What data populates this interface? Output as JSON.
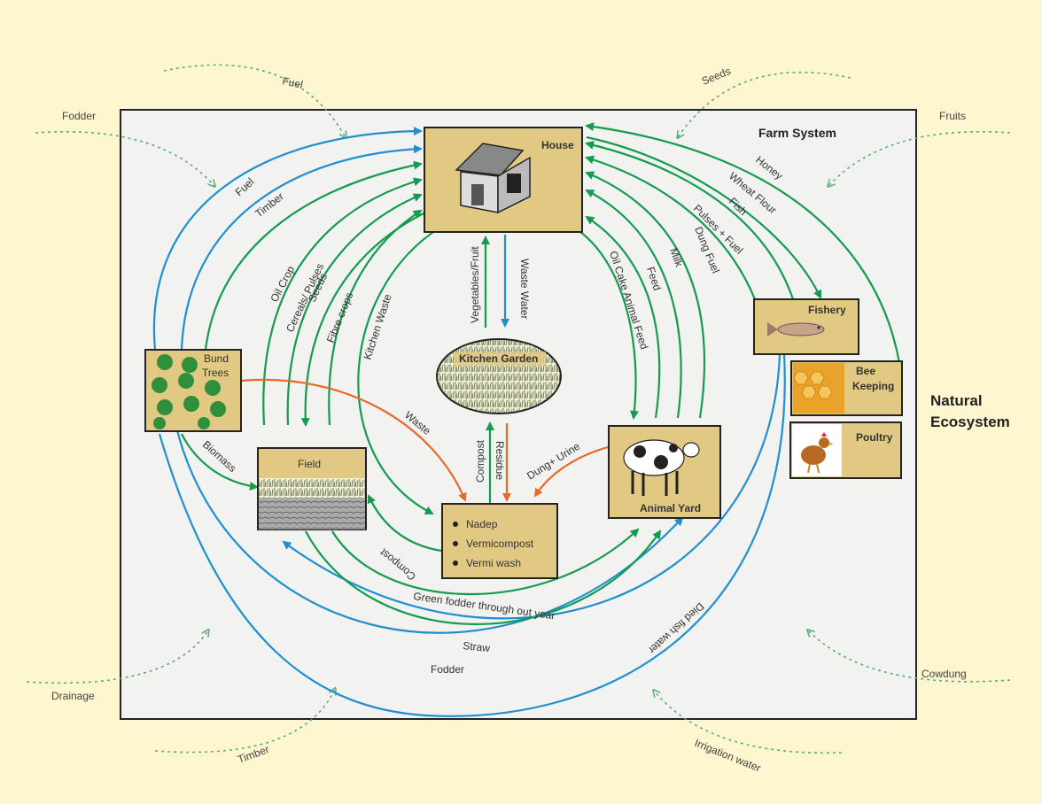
{
  "titles": {
    "farm_system": "Farm System",
    "natural_line1": "Natural",
    "natural_line2": "Ecosystem"
  },
  "nodes": {
    "house": "House",
    "kitchen_garden": "Kitchen Garden",
    "bund_line1": "Bund",
    "bund_line2": "Trees",
    "field": "Field",
    "animal_yard": "Animal Yard",
    "fishery": "Fishery",
    "bee_line1": "Bee",
    "bee_line2": "Keeping",
    "poultry": "Poultry",
    "nadep_items": [
      "Nadep",
      "Vermicompost",
      "Vermi wash"
    ]
  },
  "flows": {
    "fuel": "Fuel",
    "timber": "Timber",
    "oil_crop": "Oil Crop",
    "cereals": "Cereals/ Pulses",
    "seeds": "Seeds",
    "fibre": "Fibre crops",
    "kitchen_waste": "Kitchen Waste",
    "veg_fruit": "Vegetables/Fruit",
    "waste_water": "Waste Water",
    "oil_cake": "Oil Cake Animal Feed",
    "feed": "Feed",
    "milk": "Milk",
    "dung_fuel": "Dung Fuel",
    "pulses_fuel": "Pulses + Fuel",
    "fish": "Fish",
    "wheat_flour": "Wheat Flour",
    "honey": "Honey",
    "waste": "Waste",
    "biomass": "Biomass",
    "compost_up": "Compost",
    "residue": "Residue",
    "dung_urine": "Dung+ Urine",
    "compost_field": "Compost",
    "green_fodder": "Green fodder through out year",
    "straw": "Straw",
    "fodder": "Fodder",
    "dried_fish_water": "Died fish water"
  },
  "external": {
    "fuel": "Fuel",
    "fodder": "Fodder",
    "seeds": "Seeds",
    "fruits": "Fruits",
    "drainage": "Drainage",
    "timber": "Timber",
    "irrigation_water": "Irrigation water",
    "cowdung": "Cowdung"
  },
  "colors": {
    "background": "#fdf6cf",
    "farm_panel": "#f2f2f0",
    "node_fill": "#e2c983",
    "arrow_blue": "#1f8fd0",
    "arrow_green": "#139b4e",
    "arrow_orange": "#e76a2a"
  }
}
